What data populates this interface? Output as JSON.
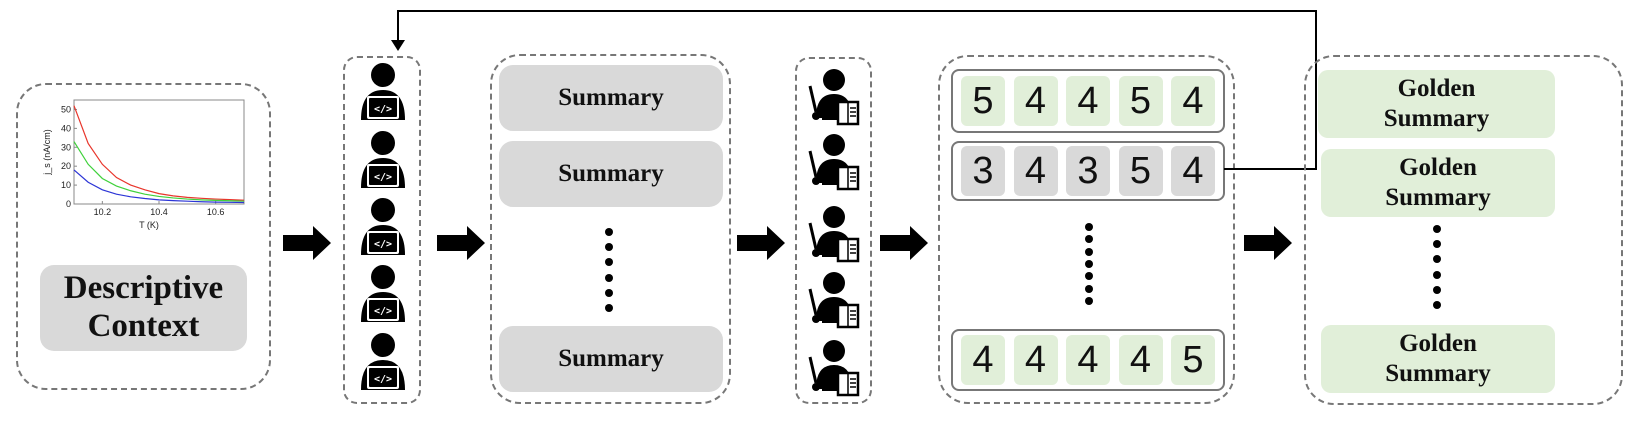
{
  "context_panel": {
    "label": "Descriptive\nContext",
    "plot": {
      "ylabel": "j_s (nA/cm)",
      "xlabel": "T (K)",
      "x_ticks": [
        "10.2",
        "10.4",
        "10.6"
      ],
      "y_ticks": [
        "0",
        "10",
        "20",
        "30",
        "40",
        "50"
      ]
    }
  },
  "chart_data": {
    "type": "line",
    "title": "",
    "xlabel": "T (K)",
    "ylabel": "j_s (nA/cm)",
    "xlim": [
      10.1,
      10.7
    ],
    "ylim": [
      0,
      55
    ],
    "x": [
      10.1,
      10.15,
      10.2,
      10.25,
      10.3,
      10.35,
      10.4,
      10.45,
      10.5,
      10.55,
      10.6,
      10.65,
      10.7
    ],
    "series": [
      {
        "color": "#e8352b",
        "values": [
          52,
          32,
          21,
          14,
          10,
          7.5,
          5.5,
          4.3,
          3.5,
          3,
          2.6,
          2.3,
          2
        ]
      },
      {
        "color": "#3fd13b",
        "values": [
          33,
          21,
          13.5,
          9.5,
          7,
          5.2,
          4,
          3.2,
          2.6,
          2.2,
          1.9,
          1.7,
          1.5
        ]
      },
      {
        "color": "#2c35d6",
        "values": [
          18,
          11.5,
          7.5,
          5.2,
          3.8,
          2.9,
          2.2,
          1.8,
          1.5,
          1.2,
          1,
          0.9,
          0.8
        ]
      }
    ]
  },
  "summary_panel": {
    "items": [
      "Summary",
      "Summary",
      "Summary"
    ]
  },
  "scores_panel": {
    "rows": [
      {
        "state": "green",
        "values": [
          "5",
          "4",
          "4",
          "5",
          "4"
        ]
      },
      {
        "state": "gray",
        "values": [
          "3",
          "4",
          "3",
          "5",
          "4"
        ]
      },
      {
        "state": "green",
        "values": [
          "4",
          "4",
          "4",
          "4",
          "5"
        ]
      }
    ]
  },
  "golden_panel": {
    "items": [
      "Golden\nSummary",
      "Golden\nSummary",
      "Golden\nSummary"
    ]
  },
  "icons": {
    "generator": "developer-laptop-icon",
    "evaluator": "teacher-pointer-icon",
    "arrow": "right-arrow-icon"
  }
}
